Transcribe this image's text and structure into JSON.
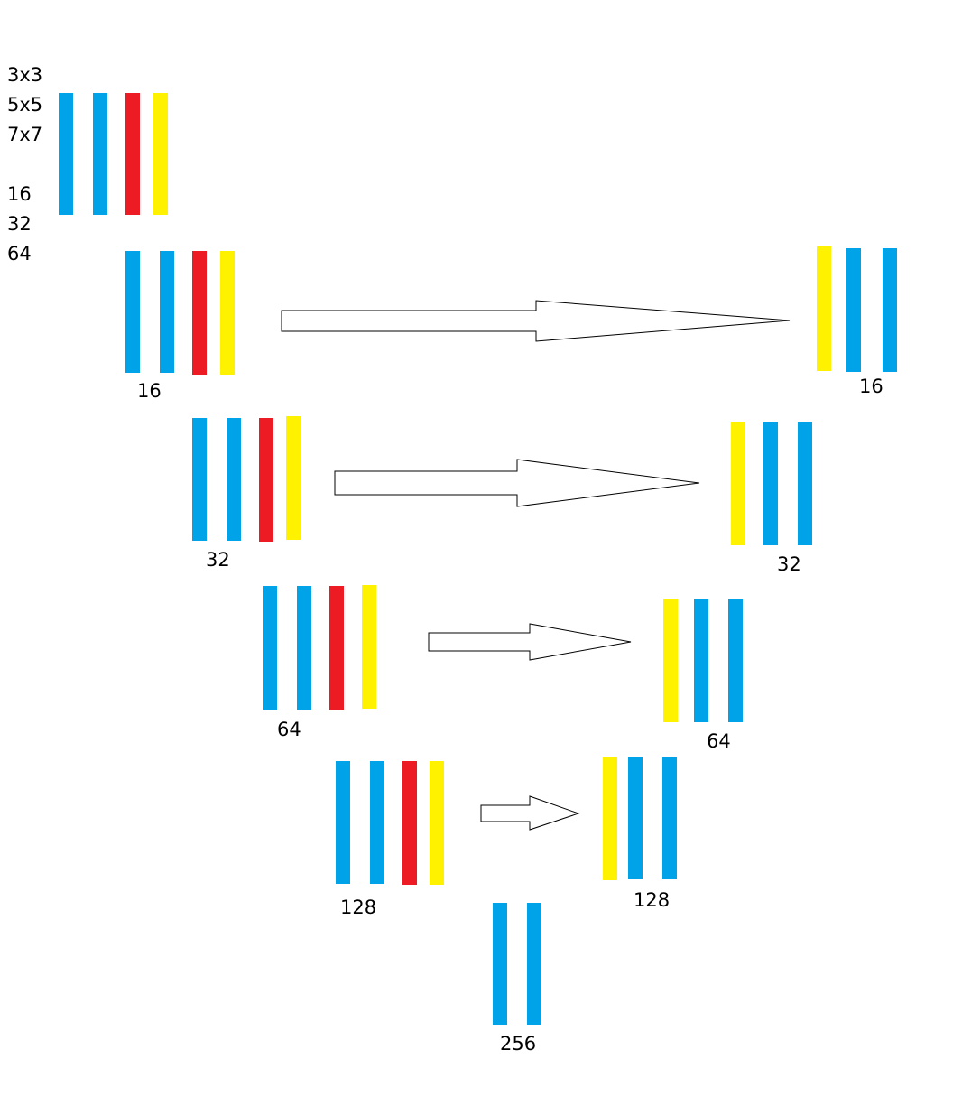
{
  "colors": {
    "blue": "#00a2e8",
    "red": "#ed1c24",
    "yellow": "#fff200",
    "arrow_stroke": "#000000",
    "background": "#ffffff"
  },
  "legend": {
    "kernel_sizes": [
      "3x3",
      "5x5",
      "7x7"
    ],
    "filter_counts": [
      "16",
      "32",
      "64"
    ]
  },
  "encoder": [
    {
      "label": "",
      "bars": [
        "blue",
        "blue",
        "red",
        "yellow"
      ]
    },
    {
      "label": "16",
      "bars": [
        "blue",
        "blue",
        "red",
        "yellow"
      ]
    },
    {
      "label": "32",
      "bars": [
        "blue",
        "blue",
        "red",
        "yellow"
      ]
    },
    {
      "label": "64",
      "bars": [
        "blue",
        "blue",
        "red",
        "yellow"
      ]
    },
    {
      "label": "128",
      "bars": [
        "blue",
        "blue",
        "red",
        "yellow"
      ]
    }
  ],
  "bottleneck": {
    "label": "256",
    "bars": [
      "blue",
      "blue"
    ]
  },
  "decoder": [
    {
      "label": "16",
      "bars": [
        "yellow",
        "blue",
        "blue"
      ]
    },
    {
      "label": "32",
      "bars": [
        "yellow",
        "blue",
        "blue"
      ]
    },
    {
      "label": "64",
      "bars": [
        "yellow",
        "blue",
        "blue"
      ]
    },
    {
      "label": "128",
      "bars": [
        "yellow",
        "blue",
        "blue"
      ]
    }
  ],
  "skip_connections": [
    {
      "from": "encoder-16",
      "to": "decoder-16"
    },
    {
      "from": "encoder-32",
      "to": "decoder-32"
    },
    {
      "from": "encoder-64",
      "to": "decoder-64"
    },
    {
      "from": "encoder-128",
      "to": "decoder-128"
    }
  ]
}
